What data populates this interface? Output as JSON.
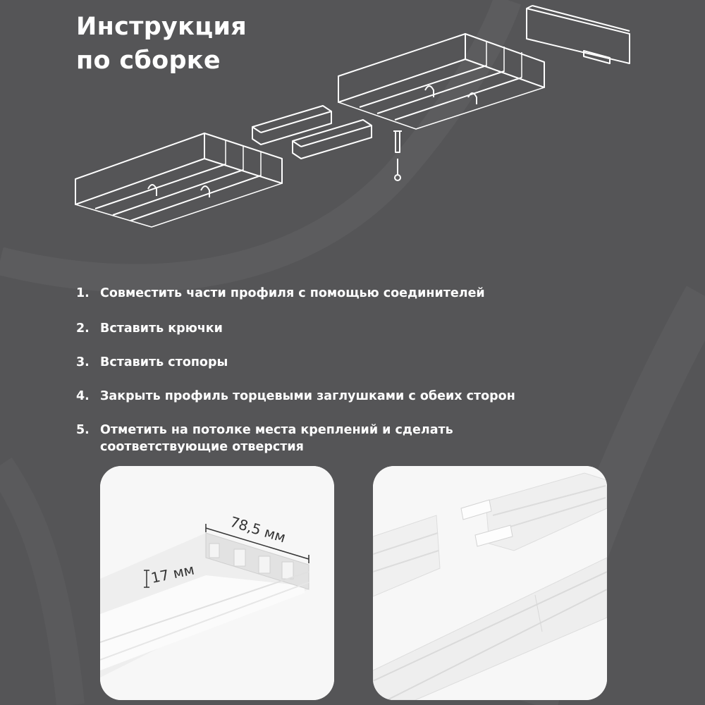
{
  "title": {
    "line1": "Инструкция",
    "line2": "по сборке"
  },
  "steps": [
    {
      "num": "1.",
      "text": "Совместить части профиля с помощью соединителей"
    },
    {
      "num": "2.",
      "text": "Вставить крючки"
    },
    {
      "num": "3.",
      "text": "Вставить стопоры"
    },
    {
      "num": "4.",
      "text": "Закрыть профиль торцевыми заглушками с обеих сторон"
    },
    {
      "num": "5.",
      "text": "Отметить на потолке места креплений и сделать соответствующие отверстия"
    }
  ],
  "dimensions": {
    "width_label": "78,5 мм",
    "height_label": "17 мм"
  },
  "colors": {
    "background": "#555557",
    "text": "#ffffff",
    "photo_background": "#f6f6f6"
  }
}
